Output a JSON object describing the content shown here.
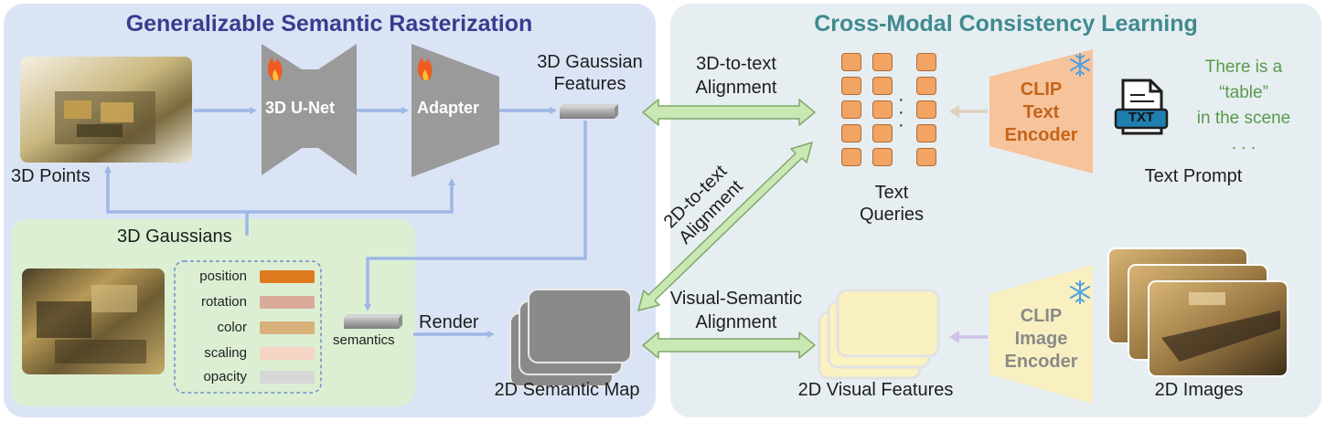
{
  "left_panel": {
    "title": "Generalizable Semantic Rasterization",
    "title_color": "#3b3b8f",
    "bg": "#dbe4f5"
  },
  "right_panel": {
    "title": "Cross-Modal Consistency Learning",
    "title_color": "#3f8a8f",
    "bg": "#e6eef2"
  },
  "gaussian_panel": {
    "title": "3D Gaussians",
    "bg": "#dcefd3"
  },
  "labels": {
    "points": "3D Points",
    "unet": "3D U-Net",
    "adapter": "Adapter",
    "gaussian_features": "3D Gaussian\nFeatures",
    "semantics": "semantics",
    "render": "Render",
    "semantic_map": "2D Semantic Map",
    "alignment_3d_text": "3D-to-text\nAlignment",
    "alignment_2d_text": "2D-to-text\nAlignment",
    "visual_semantic": "Visual-Semantic\nAlignment",
    "text_queries": "Text\nQueries",
    "clip_text": "CLIP\nText\nEncoder",
    "clip_image": "CLIP\nImage\nEncoder",
    "text_prompt": "Text Prompt",
    "prompt_text": "There is a\n“table”\nin the scene\n. . .",
    "txt_icon_label": "TXT",
    "visual_features": "2D Visual Features",
    "images": "2D Images"
  },
  "attributes": [
    {
      "name": "position",
      "color": "#e07a1f"
    },
    {
      "name": "rotation",
      "color": "#d9a99a"
    },
    {
      "name": "color",
      "color": "#d8b07a"
    },
    {
      "name": "scaling",
      "color": "#f6d4c4"
    },
    {
      "name": "opacity",
      "color": "#d7d7d7"
    }
  ],
  "icons": {
    "fire": "fire-icon",
    "snowflake": "snowflake-icon",
    "txt_file": "txt-file-icon"
  },
  "colors": {
    "arrow_blue": "#9db8e6",
    "arrow_green": "#c9e8b4",
    "arrow_green_stroke": "#7fa86a",
    "unet_gray": "#9a9a9a",
    "clip_text_fill": "#f7c39b",
    "clip_text_label": "#c5651a",
    "clip_image_fill": "#f8f0c0",
    "clip_image_label": "#8a8a8a",
    "prompt_green": "#5a9a4a",
    "query_orange": "#f1a463"
  }
}
